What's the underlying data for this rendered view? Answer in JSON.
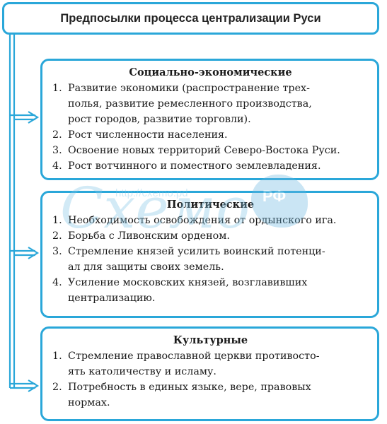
{
  "title": "Предпосылки процесса централизации Руси",
  "colors": {
    "accent": "#2aa7d9"
  },
  "watermark": {
    "url": "http://cxemo.pd",
    "brand": "Схемо",
    "badge": "РФ"
  },
  "sections": [
    {
      "heading": "Социально-экономические",
      "items": [
        {
          "num": "1.",
          "lines": [
            "Развитие экономики (распространение трех-",
            "полья, развитие ремесленного производства,",
            "рост городов, развитие торговли)."
          ]
        },
        {
          "num": "2.",
          "lines": [
            "Рост численности населения."
          ]
        },
        {
          "num": "3.",
          "lines": [
            "Освоение новых территорий Северо-Востока Руси."
          ]
        },
        {
          "num": "4.",
          "lines": [
            "Рост вотчинного и поместного землевладения."
          ]
        }
      ]
    },
    {
      "heading": "Политические",
      "items": [
        {
          "num": "1.",
          "lines": [
            "Необходимость освобождения от ордынского ига."
          ]
        },
        {
          "num": "2.",
          "lines": [
            "Борьба с Ливонским орденом."
          ]
        },
        {
          "num": "3.",
          "lines": [
            "Стремление князей усилить воинский потенци-",
            "ал для защиты своих земель."
          ]
        },
        {
          "num": "4.",
          "lines": [
            "Усиление московских князей, возглавивших",
            "централизацию."
          ]
        }
      ]
    },
    {
      "heading": "Культурные",
      "items": [
        {
          "num": "1.",
          "lines": [
            "Стремление православной церкви противосто-",
            "ять католичеству и исламу."
          ]
        },
        {
          "num": "2.",
          "lines": [
            "Потребность в единых языке, вере, правовых",
            "нормах."
          ]
        }
      ]
    }
  ]
}
